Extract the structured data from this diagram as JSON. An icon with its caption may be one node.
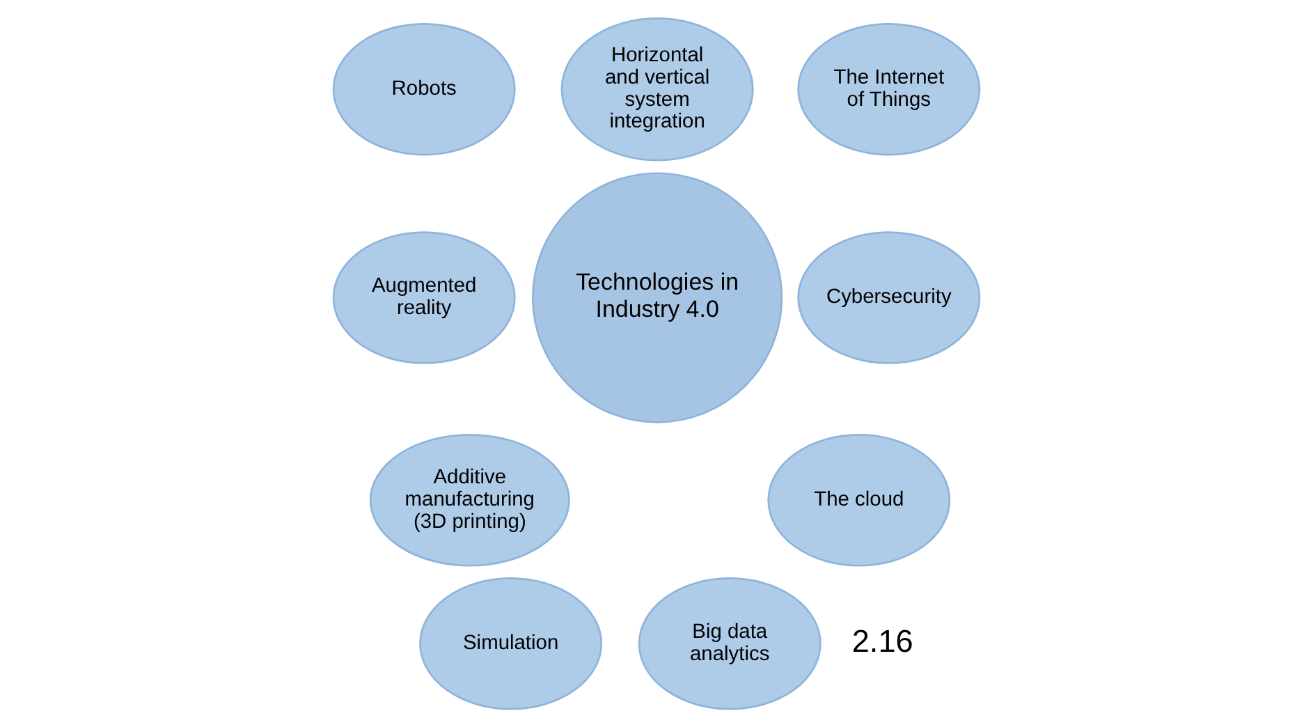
{
  "diagram": {
    "nodes": [
      {
        "text": [
          "Horizontal and vertical system integration"
        ]
      },
      {
        "text": [
          "Robots"
        ]
      },
      {
        "text": [
          "The Internet of Things"
        ]
      },
      {
        "text": [
          "Augmented reality"
        ]
      },
      {
        "text": [
          "Technologies in Industry 4.0"
        ]
      },
      {
        "text": [
          "Cybersecurity"
        ]
      },
      {
        "text": [
          "Additive manufacturing (3D printing)"
        ]
      },
      {
        "text": [
          "The cloud"
        ]
      },
      {
        "text": [
          "Simulation"
        ]
      },
      {
        "text": [
          "Big data analytics"
        ]
      }
    ],
    "labels": [
      "2.16"
    ]
  }
}
